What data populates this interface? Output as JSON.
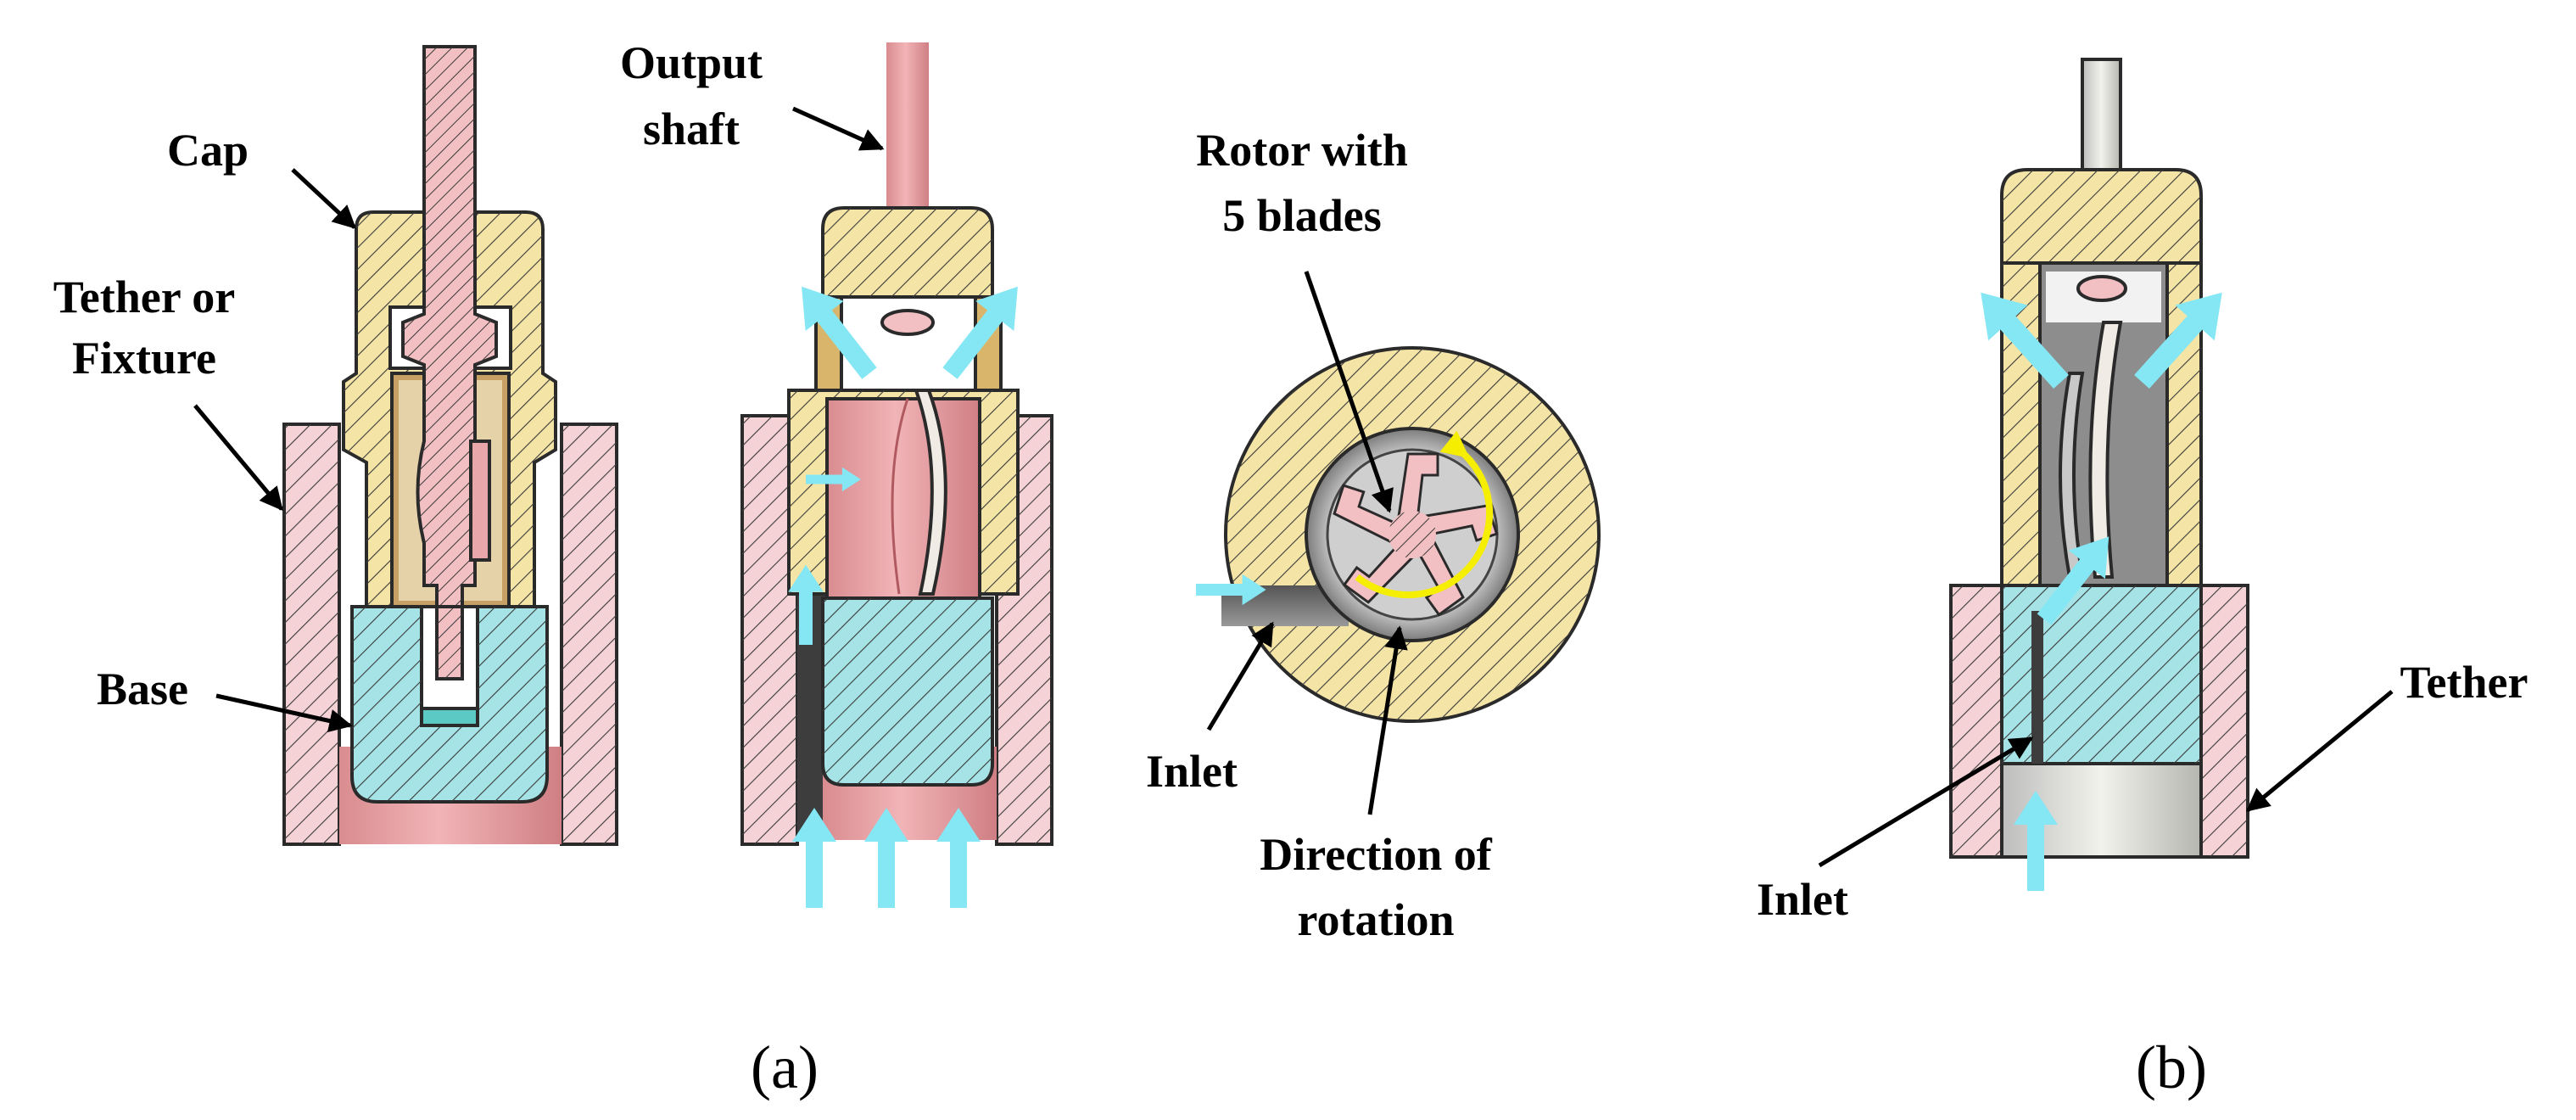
{
  "figure": {
    "subfigures": [
      {
        "caption": "(a)",
        "views": [
          {
            "view": "sectioned-body",
            "labels": {
              "cap": "Cap",
              "tether": [
                "Tether or",
                "Fixture"
              ],
              "base": "Base"
            }
          },
          {
            "view": "sectioned-flow",
            "labels": {
              "output_shaft": [
                "Output",
                "shaft"
              ]
            }
          },
          {
            "view": "rotor-cross-section",
            "labels": {
              "rotor": [
                "Rotor with",
                "5 blades"
              ],
              "inlet": "Inlet",
              "rotation": [
                "Direction of",
                "rotation"
              ]
            }
          }
        ]
      },
      {
        "caption": "(b)",
        "views": [
          {
            "view": "tethered-section",
            "labels": {
              "tether": "Tether",
              "inlet": "Inlet"
            }
          }
        ]
      }
    ],
    "colors": {
      "cap": "#f4e4a6",
      "shaft": "#f2bfc2",
      "tether": "#f4d2d6",
      "base": "#a5e3e6",
      "flow_arrow": "#86e7f4",
      "rotation_arrow": "#f6ee00",
      "chamber": "#6b6b6b"
    },
    "icons": {
      "flow": "flow-arrow-icon",
      "rotation": "rotation-arrow-icon"
    }
  }
}
